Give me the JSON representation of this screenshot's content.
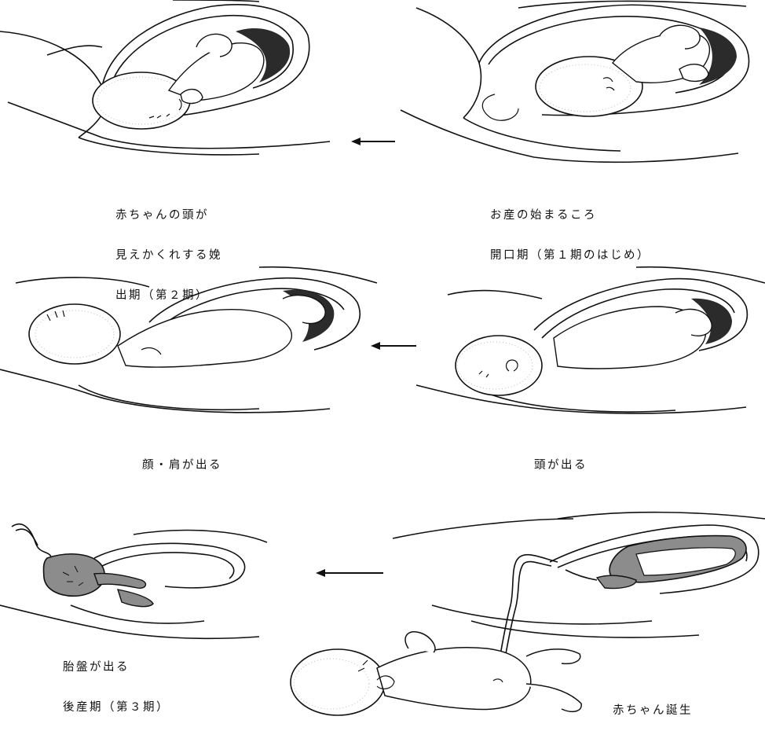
{
  "captions": {
    "stage_1": [
      "お産の始まるころ",
      "開口期（第１期のはじめ）"
    ],
    "stage_2": [
      "赤ちゃんの頭が",
      "見えかくれする娩",
      "出期（第２期）"
    ],
    "stage_3": [
      "頭が出る"
    ],
    "stage_4": [
      "顔・肩が出る"
    ],
    "stage_5": [
      "赤ちゃん誕生"
    ],
    "stage_6": [
      "胎盤が出る",
      "後産期（第３期）"
    ]
  },
  "colors": {
    "line": "#111111",
    "shade": "#8c8c8c",
    "dark": "#2b2b2b",
    "skin": "#ffffff"
  }
}
